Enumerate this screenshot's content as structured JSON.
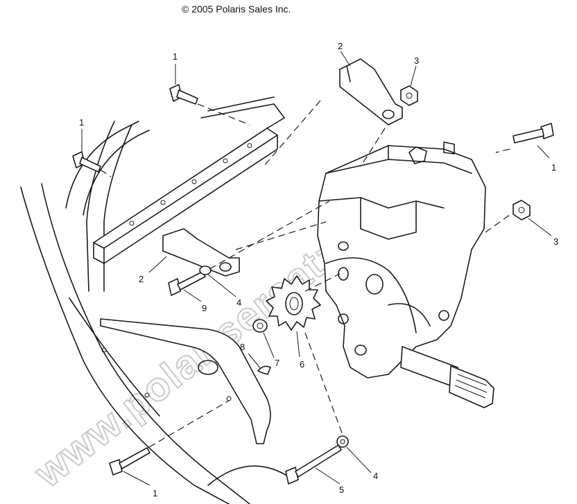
{
  "copyright": "© 2005 Polaris Sales Inc.",
  "watermark": "www.polarisersatzteile.de",
  "callouts": {
    "c1_top": "1",
    "c1_left": "1",
    "c1_right": "1",
    "c1_bottom": "1",
    "c2_top": "2",
    "c2_left": "2",
    "c3_top": "3",
    "c3_right": "3",
    "c4_mid": "4",
    "c4_bottom": "4",
    "c5": "5",
    "c6": "6",
    "c7": "7",
    "c8": "8",
    "c9": "9"
  },
  "colors": {
    "line": "#1a1a1a",
    "watermark": "#c9c9c9",
    "background": "#ffffff"
  }
}
